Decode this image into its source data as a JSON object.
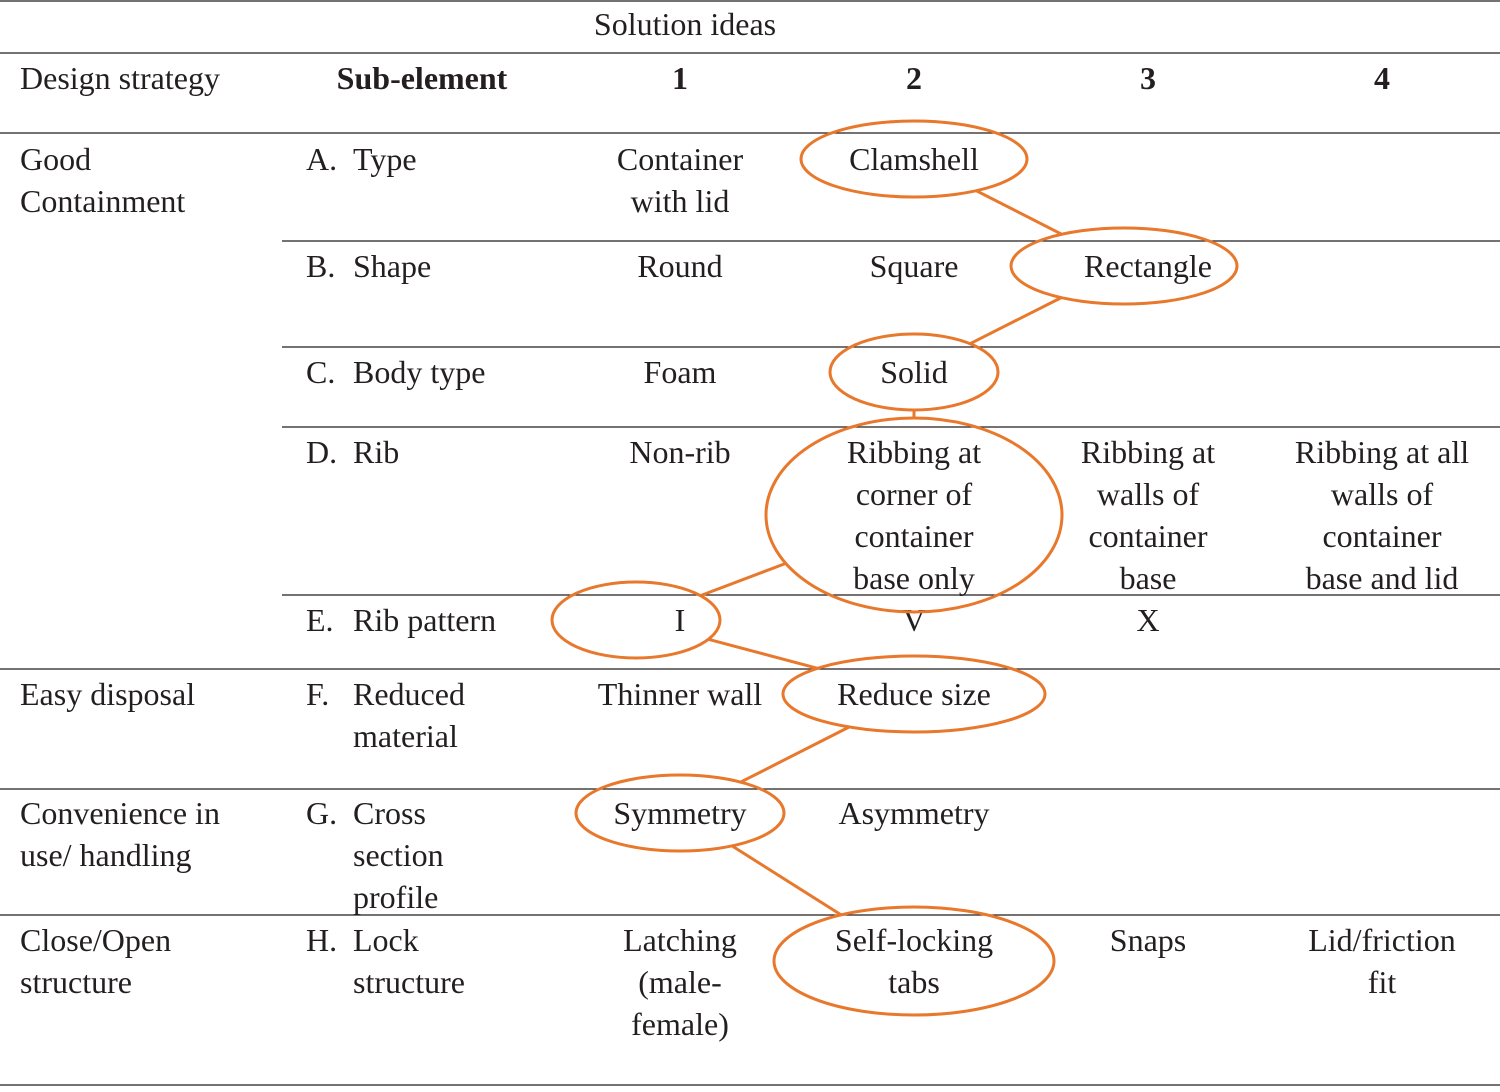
{
  "table": {
    "group_header": "Solution ideas",
    "headers": {
      "design_strategy": "Design strategy",
      "sub_element": "Sub-element",
      "options": [
        "1",
        "2",
        "3",
        "4"
      ]
    },
    "rows": [
      {
        "strategy": [
          "Good",
          "Containment"
        ],
        "letter": "A.",
        "sub": [
          "Type"
        ],
        "options": [
          [
            "Container",
            "with lid"
          ],
          [
            "Clamshell"
          ],
          [],
          []
        ]
      },
      {
        "strategy": [],
        "letter": "B.",
        "sub": [
          "Shape"
        ],
        "options": [
          [
            "Round"
          ],
          [
            "Square"
          ],
          [
            "Rectangle"
          ],
          []
        ]
      },
      {
        "strategy": [],
        "letter": "C.",
        "sub": [
          "Body type"
        ],
        "options": [
          [
            "Foam"
          ],
          [
            "Solid"
          ],
          [],
          []
        ]
      },
      {
        "strategy": [],
        "letter": "D.",
        "sub": [
          "Rib"
        ],
        "options": [
          [
            "Non-rib"
          ],
          [
            "Ribbing at",
            "corner of",
            "container",
            "base only"
          ],
          [
            "Ribbing at",
            "walls of",
            "container",
            "base"
          ],
          [
            "Ribbing at all",
            "walls of",
            "container",
            "base and lid"
          ]
        ]
      },
      {
        "strategy": [],
        "letter": "E.",
        "sub": [
          "Rib pattern"
        ],
        "options": [
          [
            "I"
          ],
          [
            "V"
          ],
          [
            "X"
          ],
          []
        ]
      },
      {
        "strategy": [
          "Easy disposal"
        ],
        "letter": "F.",
        "sub": [
          "Reduced",
          "material"
        ],
        "options": [
          [
            "Thinner wall"
          ],
          [
            "Reduce size"
          ],
          [],
          []
        ]
      },
      {
        "strategy": [
          "Convenience in",
          "use/ handling"
        ],
        "letter": "G.",
        "sub": [
          "Cross",
          "section",
          "profile"
        ],
        "options": [
          [
            "Symmetry"
          ],
          [
            "Asymmetry"
          ],
          [],
          []
        ]
      },
      {
        "strategy": [
          "Close/Open",
          "structure"
        ],
        "letter": "H.",
        "sub": [
          "Lock",
          "structure"
        ],
        "options": [
          [
            "Latching",
            "(male-",
            "female)"
          ],
          [
            "Self-locking",
            "tabs"
          ],
          [
            "Snaps"
          ],
          [
            "Lid/friction",
            "fit"
          ]
        ]
      }
    ]
  },
  "selection": {
    "accent_color": "#e8782c",
    "selected_option_per_row": [
      2,
      3,
      2,
      2,
      1,
      2,
      1,
      2
    ]
  }
}
